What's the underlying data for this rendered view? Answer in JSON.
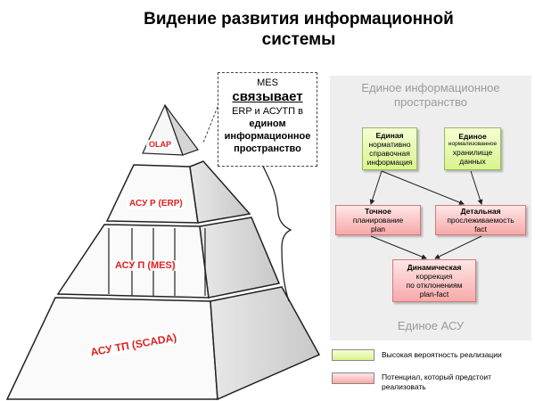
{
  "title": {
    "line1": "Видение развития информационной",
    "line2": "системы"
  },
  "pyramid": {
    "level1": "OLAP",
    "level2": "АСУ Р (ERP)",
    "level3": "АСУ П (MES)",
    "level4": "АСУ ТП (SCADA)"
  },
  "mes_box": {
    "line1": "MES",
    "line2": "связывает",
    "line3": "ERP и АСУТП в",
    "line4": "едином",
    "line5": "информационное",
    "line6": "пространство"
  },
  "panel": {
    "title_line1": "Единое информационное",
    "title_line2": "пространство",
    "footer": "Единое АСУ",
    "box_unified_ref": [
      "Единая",
      "нормативно",
      "справочная",
      "информация"
    ],
    "box_unified_store": [
      "Единое",
      "нормализованное",
      "хранилище",
      "данных"
    ],
    "box_planning": [
      "Точное",
      "планирование",
      "plan"
    ],
    "box_tracking": [
      "Детальная",
      "прослеживаемость",
      "fact"
    ],
    "box_dynamic": [
      "Динамическая",
      "коррекция",
      "по отклонениям",
      "plan-fact"
    ]
  },
  "legend": {
    "green": "Высокая вероятность реализации",
    "red_line1": "Потенциал, который предстоит",
    "red_line2": "реализовать"
  },
  "colors": {
    "level_label": "#e02020",
    "green": "#d8f48e",
    "red": "#f7a9a9",
    "panel_bg": "#eeeeee"
  }
}
